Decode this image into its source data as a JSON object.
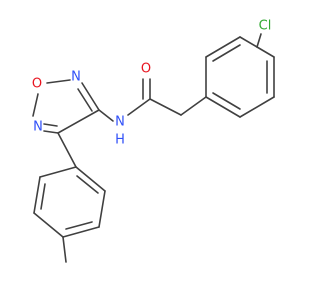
{
  "molecule": {
    "atoms": {
      "cl": {
        "text": "Cl",
        "color": "#33aa33"
      },
      "o_carbonyl": {
        "text": "O",
        "color": "#e8141f"
      },
      "n_amide": {
        "text": "N",
        "color": "#3050f8"
      },
      "h_amide": {
        "text": "H",
        "color": "#3050f8"
      },
      "n_ring_top": {
        "text": "N",
        "color": "#3050f8"
      },
      "o_ring": {
        "text": "O",
        "color": "#e8141f"
      },
      "n_ring_left": {
        "text": "N",
        "color": "#3050f8"
      }
    },
    "bond_color": "#404040",
    "background": "#ffffff"
  }
}
